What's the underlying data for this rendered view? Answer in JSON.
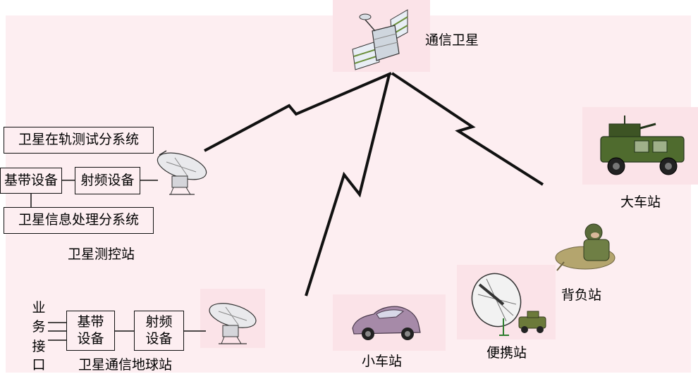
{
  "satellite": {
    "label": "通信卫星"
  },
  "control_station": {
    "caption": "卫星测控站",
    "orbit_test_subsystem": "卫星在轨测试分系统",
    "baseband_equipment": "基带设备",
    "rf_equipment": "射频设备",
    "info_processing_subsystem": "卫星信息处理分系统"
  },
  "earth_station": {
    "caption": "卫星通信地球站",
    "service_interface_chars": [
      "业",
      "务",
      "接",
      "口"
    ],
    "baseband_equipment": "基带\n设备",
    "rf_equipment": "射频\n设备"
  },
  "terminals": {
    "large_vehicle": "大车站",
    "backpack": "背负站",
    "portable": "便携站",
    "small_vehicle": "小车站"
  },
  "colors": {
    "background": "#fdeef1",
    "panel": "#fbe3e8",
    "lines": "#111111"
  }
}
